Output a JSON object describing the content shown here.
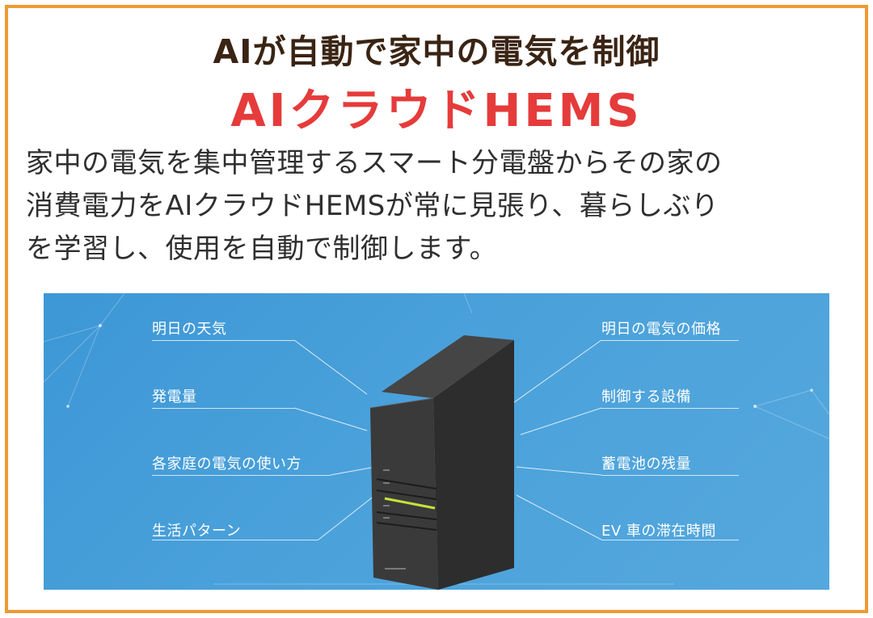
{
  "headline": "AIが自動で家中の電気を制御",
  "product_name": "AIクラウドHEMS",
  "description_lines": [
    "家中の電気を集中管理するスマート分電盤からその家の",
    "消費電力をAIクラウドHEMSが常に見張り、暮らしぶり",
    "を学習し、使用を自動で制御します。"
  ],
  "inputs_left": [
    "明日の天気",
    "発電量",
    "各家庭の電気の使い方",
    "生活パターン"
  ],
  "inputs_right": [
    "明日の電気の価格",
    "制御する設備",
    "蓄電池の残量",
    "EV 車の滞在時間"
  ],
  "colors": {
    "frame": "#ef9a33",
    "headline": "#3a2414",
    "product": "#e63b3b",
    "panel_bg": "#4aa1da",
    "indicator": "#c9e23a"
  }
}
